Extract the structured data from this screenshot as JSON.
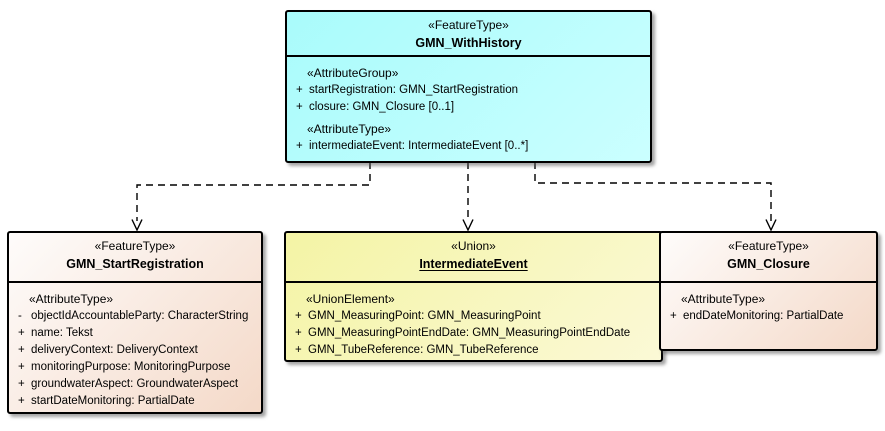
{
  "canvas": {
    "background": "#FFFFFF"
  },
  "boxes": {
    "with_history": {
      "stereotype": "«FeatureType»",
      "name": "GMN_WithHistory",
      "fill_from": "#A9FBFB",
      "fill_to": "#CBFFFF",
      "sections": [
        {
          "heading": "«AttributeGroup»",
          "rows": [
            {
              "vis": "+",
              "text": "startRegistration: GMN_StartRegistration"
            },
            {
              "vis": "+",
              "text": "closure: GMN_Closure [0..1]"
            }
          ]
        },
        {
          "heading": "«AttributeType»",
          "rows": [
            {
              "vis": "+",
              "text": "intermediateEvent: IntermediateEvent [0..*]"
            }
          ]
        }
      ]
    },
    "start_registration": {
      "stereotype": "«FeatureType»",
      "name": "GMN_StartRegistration",
      "fill_from": "#FEFCFB",
      "fill_to": "#F4D9C8",
      "sections": [
        {
          "heading": "«AttributeType»",
          "rows": [
            {
              "vis": "-",
              "text": "objectIdAccountableParty: CharacterString"
            },
            {
              "vis": "+",
              "text": "name: Tekst"
            },
            {
              "vis": "+",
              "text": "deliveryContext: DeliveryContext"
            },
            {
              "vis": "+",
              "text": "monitoringPurpose: MonitoringPurpose"
            },
            {
              "vis": "+",
              "text": "groundwaterAspect: GroundwaterAspect"
            },
            {
              "vis": "+",
              "text": "startDateMonitoring: PartialDate"
            }
          ]
        }
      ]
    },
    "intermediate_event": {
      "stereotype": "«Union»",
      "name": "IntermediateEvent",
      "fill_from": "#F4F4A5",
      "fill_to": "#FBF9D6",
      "sections": [
        {
          "heading": "«UnionElement»",
          "rows": [
            {
              "vis": "+",
              "text": "GMN_MeasuringPoint: GMN_MeasuringPoint"
            },
            {
              "vis": "+",
              "text": "GMN_MeasuringPointEndDate: GMN_MeasuringPointEndDate"
            },
            {
              "vis": "+",
              "text": "GMN_TubeReference: GMN_TubeReference"
            }
          ]
        }
      ]
    },
    "closure": {
      "stereotype": "«FeatureType»",
      "name": "GMN_Closure",
      "fill_from": "#FEFCFB",
      "fill_to": "#F4D9C8",
      "sections": [
        {
          "heading": "«AttributeType»",
          "rows": [
            {
              "vis": "+",
              "text": "endDateMonitoring: PartialDate"
            }
          ]
        }
      ]
    }
  },
  "connectors": [
    {
      "from": "GMN_WithHistory",
      "to": "GMN_StartRegistration",
      "type": "dashed-dependency"
    },
    {
      "from": "GMN_WithHistory",
      "to": "IntermediateEvent",
      "type": "dashed-dependency"
    },
    {
      "from": "GMN_WithHistory",
      "to": "GMN_Closure",
      "type": "dashed-dependency"
    }
  ],
  "colors": {
    "border": "#000000",
    "connector": "#000000"
  }
}
